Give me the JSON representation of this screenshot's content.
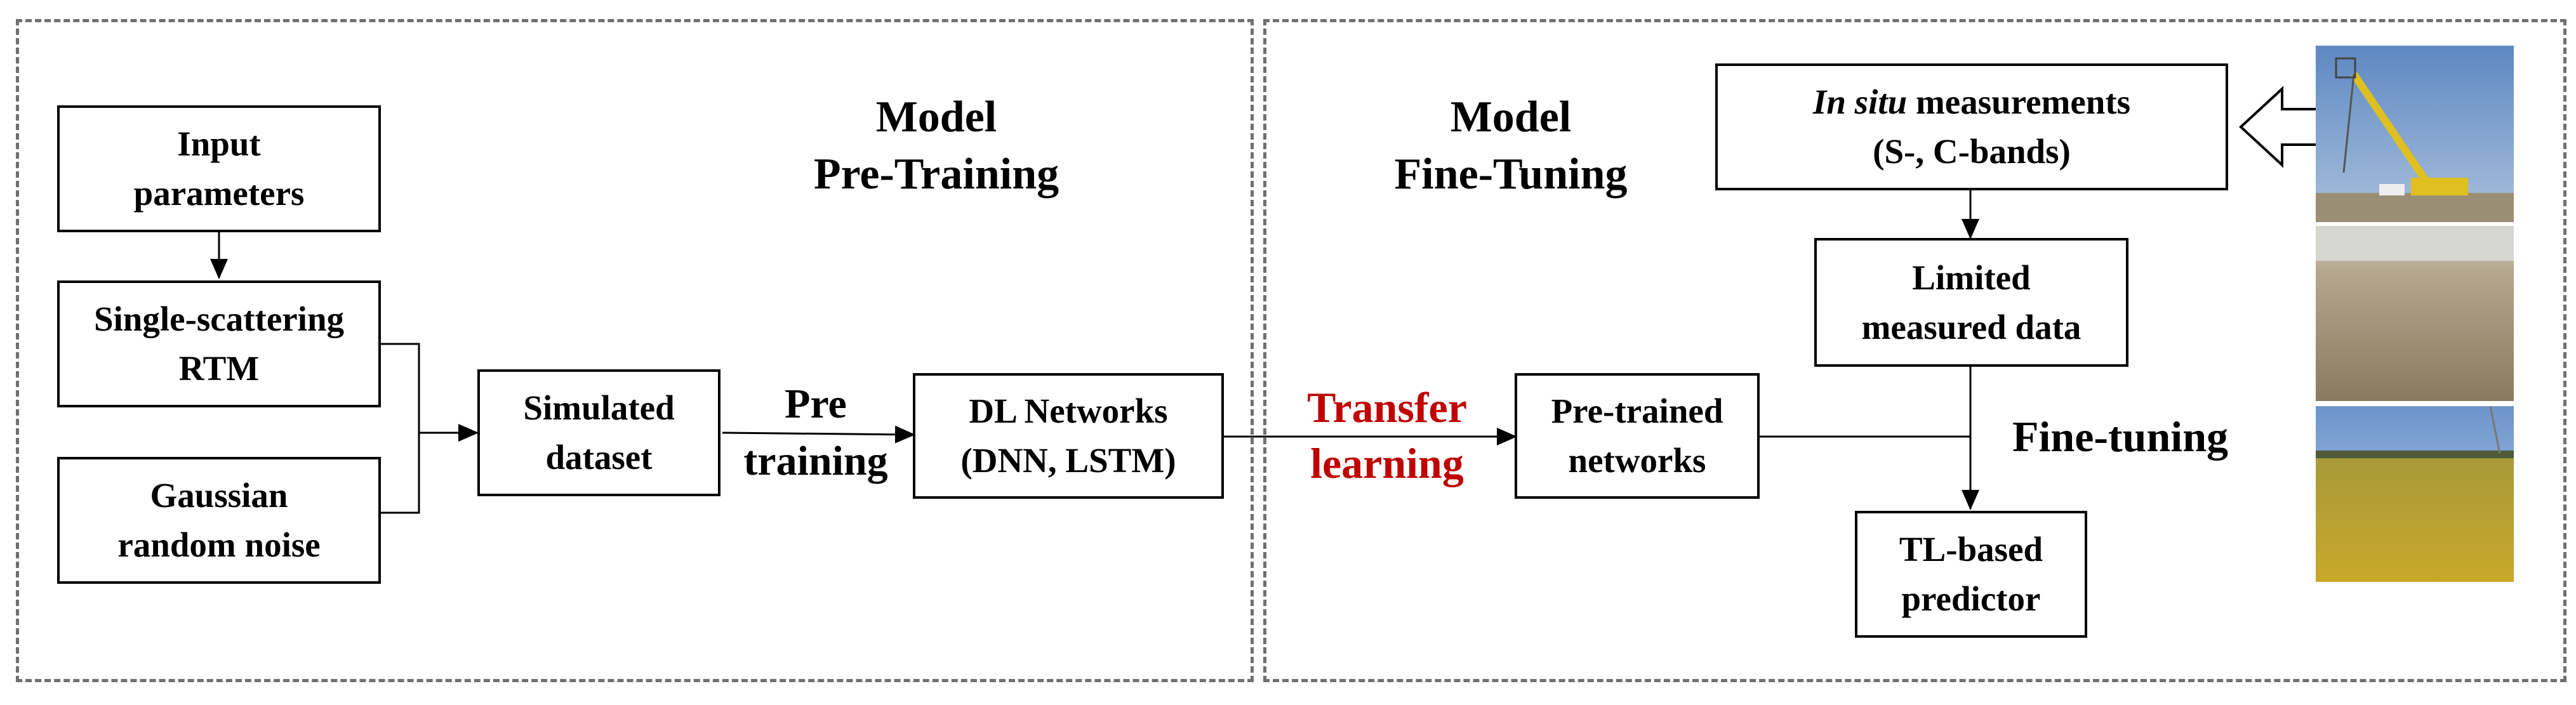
{
  "pretraining": {
    "title_1": "Model",
    "title_2": "Pre-Training",
    "input_box": [
      "Input",
      "parameters"
    ],
    "rtm_box": [
      "Single-scattering",
      "RTM"
    ],
    "noise_box": [
      "Gaussian",
      "random noise"
    ],
    "simulated_box": [
      "Simulated",
      "dataset"
    ],
    "pretraining_label": [
      "Pre",
      "training"
    ],
    "dl_box": [
      "DL Networks",
      "(DNN, LSTM)"
    ]
  },
  "transfer": {
    "label": [
      "Transfer",
      "learning"
    ],
    "color": "#c00000"
  },
  "finetuning": {
    "title_1": "Model",
    "title_2": "Fine-Tuning",
    "insitu_italic": "In situ",
    "insitu_rest": " measurements",
    "insitu_line2": "(S-, C-bands)",
    "limited_box": [
      "Limited",
      "measured data"
    ],
    "pretrained_box": [
      "Pre-trained",
      "networks"
    ],
    "finetuning_label": "Fine-tuning",
    "predictor_box": [
      "TL-based",
      "predictor"
    ]
  },
  "photos": [
    "crane-photo",
    "bare-soil-photo",
    "crop-field-photo"
  ],
  "colors": {
    "panel_border": "#707070",
    "sky": "#6f97c8"
  }
}
